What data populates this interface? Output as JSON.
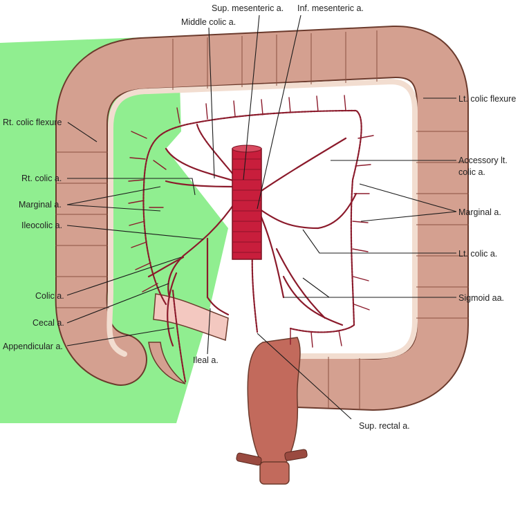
{
  "colors": {
    "background": "#ffffff",
    "highlight_region": "#90ee90",
    "colon_wall": "#d4a090",
    "colon_edge": "#6b3a2c",
    "mucosa_stripe": "#f2ddd0",
    "artery": "#8b1a2b",
    "aorta": "#c81e3c",
    "rectum": "#c26a5c",
    "ileum": "#f3c8c0"
  },
  "labels": {
    "sup_mesenteric": "Sup. mesenteric a.",
    "inf_mesenteric": "Inf. mesenteric a.",
    "middle_colic": "Middle colic a.",
    "lt_colic_flexure": "Lt. colic flexure",
    "rt_colic_flexure": "Rt. colic flexure",
    "accessory_lt_colic_line1": "Accessory lt.",
    "accessory_lt_colic_line2": "colic a.",
    "rt_colic": "Rt. colic a.",
    "marginal_left": "Marginal a.",
    "marginal_right": "Marginal a.",
    "ileocolic": "Ileocolic a.",
    "lt_colic": "Lt. colic a.",
    "colic": "Colic a.",
    "sigmoid": "Sigmoid aa.",
    "cecal": "Cecal a.",
    "appendicular": "Appendicular a.",
    "ileal": "Ileal a.",
    "sup_rectal": "Sup. rectal a."
  }
}
